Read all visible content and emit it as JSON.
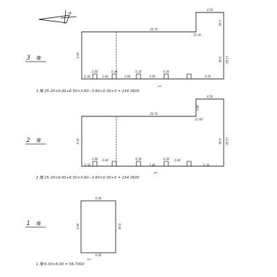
{
  "north_arrow": {
    "name": "north-arrow-icon"
  },
  "floor3": {
    "label_num": "3",
    "label_unit": "階",
    "formula": "3  階  25.20×9.00+6.50×3.60−3.60×0.30×3 = 234.3600",
    "formula_unit": "m²",
    "dims": {
      "top_main": "20.70",
      "top_sub": "25.20",
      "wing_top": "4.50",
      "wing_side": "3.60",
      "left": "9.00",
      "right_a": "9.00",
      "right_b": "12.60",
      "b1": "0.30",
      "b2": "3.60",
      "b3": "3.60",
      "b4": "0.30",
      "b5": "3.60",
      "b6": "0.30",
      "b7": "3.60",
      "b8": "0.30",
      "b9": "4.50"
    }
  },
  "floor2": {
    "label_num": "2",
    "label_unit": "階",
    "formula": "2  階  25.20×9.00+6.50×3.60−3.60×0.30×3 = 234.3600",
    "formula_unit": "m²",
    "dims": {
      "top_main": "20.70",
      "top_sub": "21.60",
      "wing_top": "4.50",
      "wing_side": "3.60",
      "left": "9.00",
      "right_a": "9.00",
      "right_b": "12.60",
      "b1": "0.30",
      "b2": "3.60",
      "b3": "3.60",
      "b4": "5.40",
      "b5": "0.30",
      "b6": "3.60",
      "b7": "0.30",
      "b8": "0.30"
    }
  },
  "floor1": {
    "label_num": "1",
    "label_unit": "階",
    "formula": "1  階  6.30×9.00 = 56.7000",
    "formula_unit": "m²",
    "dims": {
      "top": "6.30",
      "left": "9.00",
      "right": "9.00",
      "bottom": "6.30"
    }
  }
}
